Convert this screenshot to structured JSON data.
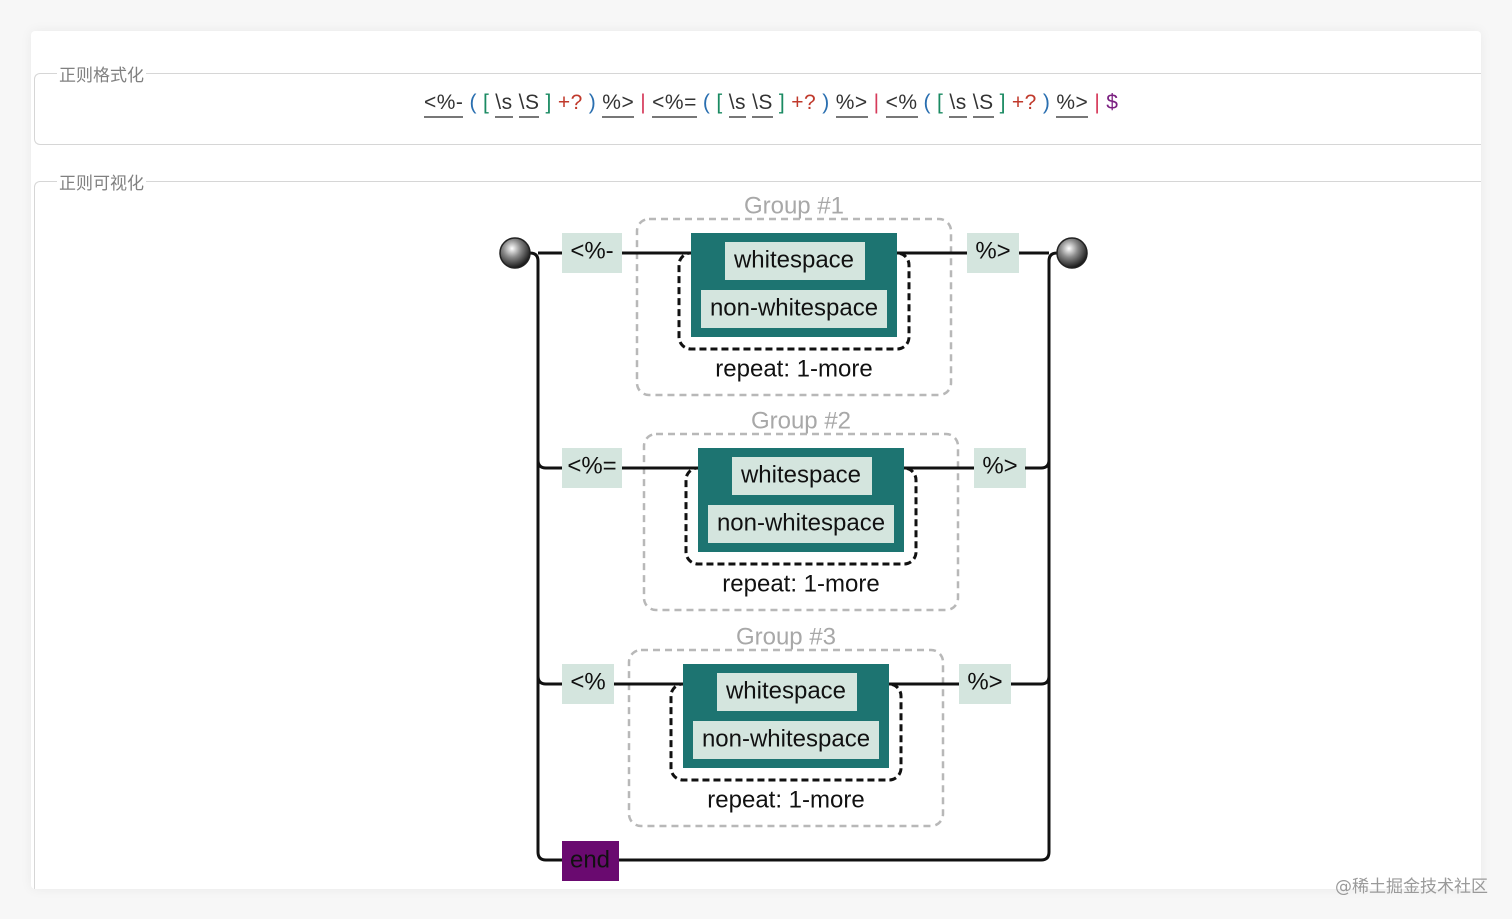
{
  "sections": {
    "format_title": "正则格式化",
    "visual_title": "正则可视化"
  },
  "regex_tokens": [
    {
      "text": "<%-",
      "kind": "lit"
    },
    {
      "text": "(",
      "kind": "par"
    },
    {
      "text": "[",
      "kind": "brk"
    },
    {
      "text": "\\s",
      "kind": "esc"
    },
    {
      "text": "\\S",
      "kind": "esc"
    },
    {
      "text": "]",
      "kind": "brk"
    },
    {
      "text": "+?",
      "kind": "qnt"
    },
    {
      "text": ")",
      "kind": "par"
    },
    {
      "text": "%>",
      "kind": "lit"
    },
    {
      "text": "|",
      "kind": "alt"
    },
    {
      "text": "<%=",
      "kind": "lit"
    },
    {
      "text": "(",
      "kind": "par"
    },
    {
      "text": "[",
      "kind": "brk"
    },
    {
      "text": "\\s",
      "kind": "esc"
    },
    {
      "text": "\\S",
      "kind": "esc"
    },
    {
      "text": "]",
      "kind": "brk"
    },
    {
      "text": "+?",
      "kind": "qnt"
    },
    {
      "text": ")",
      "kind": "par"
    },
    {
      "text": "%>",
      "kind": "lit"
    },
    {
      "text": "|",
      "kind": "alt"
    },
    {
      "text": "<%",
      "kind": "lit"
    },
    {
      "text": "(",
      "kind": "par"
    },
    {
      "text": "[",
      "kind": "brk"
    },
    {
      "text": "\\s",
      "kind": "esc"
    },
    {
      "text": "\\S",
      "kind": "esc"
    },
    {
      "text": "]",
      "kind": "brk"
    },
    {
      "text": "+?",
      "kind": "qnt"
    },
    {
      "text": ")",
      "kind": "par"
    },
    {
      "text": "%>",
      "kind": "lit"
    },
    {
      "text": "|",
      "kind": "alt"
    },
    {
      "text": "$",
      "kind": "anc"
    }
  ],
  "diagram": {
    "branches": [
      {
        "open": "<%-",
        "group": "Group #1",
        "items": [
          "whitespace",
          "non-whitespace"
        ],
        "repeat": "repeat: 1-more",
        "close": "%>"
      },
      {
        "open": "<%=",
        "group": "Group #2",
        "items": [
          "whitespace",
          "non-whitespace"
        ],
        "repeat": "repeat: 1-more",
        "close": "%>"
      },
      {
        "open": "<%",
        "group": "Group #3",
        "items": [
          "whitespace",
          "non-whitespace"
        ],
        "repeat": "repeat: 1-more",
        "close": "%>"
      }
    ],
    "end_label": "end"
  },
  "colors": {
    "literal_bg": "#d4e5de",
    "charset_bg": "#1d7471",
    "charset_item_bg": "#d4e5de",
    "end_bg": "#6a0a70",
    "group_border": "#b8b8b8",
    "group_label": "#a8a8a8"
  },
  "watermark": "@稀土掘金技术社区"
}
